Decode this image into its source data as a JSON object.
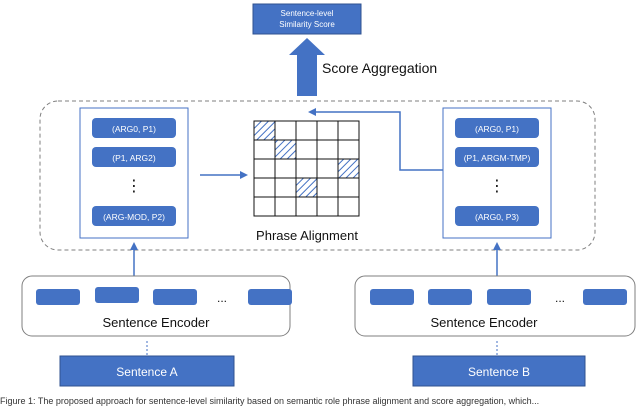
{
  "colors": {
    "fill": "#4472c4",
    "border": "#2f528f",
    "arrow": "#4472c4",
    "panel_border": "#7f7f7f",
    "text_dark": "#111111",
    "text_light": "#ffffff"
  },
  "output": {
    "line1": "Sentence-level",
    "line2": "Similarity Score"
  },
  "labels": {
    "aggregation": "Score Aggregation",
    "alignment": "Phrase Alignment",
    "ellipsis": "⋮",
    "dots": "...",
    "caption": "Figure 1: The proposed approach for sentence-level similarity based on semantic role phrase alignment and score aggregation, which..."
  },
  "left_phrases": {
    "items": [
      "(ARG0, P1)",
      "(P1, ARG2)",
      "(ARG-MOD, P2)"
    ]
  },
  "right_phrases": {
    "items": [
      "(ARG0, P1)",
      "(P1, ARGM-TMP)",
      "(ARG0, P3)"
    ]
  },
  "encoders": {
    "left": {
      "label": "Sentence Encoder"
    },
    "right": {
      "label": "Sentence Encoder"
    }
  },
  "inputs": {
    "a": "Sentence A",
    "b": "Sentence B"
  },
  "grid": {
    "rows": 5,
    "cols": 5,
    "hatched": [
      [
        0,
        0
      ],
      [
        1,
        1
      ],
      [
        2,
        4
      ],
      [
        3,
        2
      ]
    ]
  }
}
